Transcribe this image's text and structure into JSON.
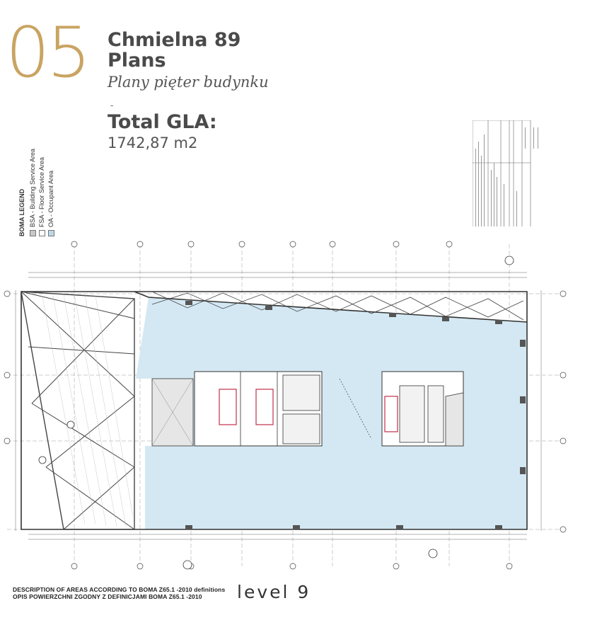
{
  "section_number": "05",
  "title_line1": "Chmielna 89",
  "title_line2": "Plans",
  "subtitle": "Plany pięter budynku",
  "divider": "-",
  "gla_label": "Total GLA:",
  "gla_value": "1742,87 m2",
  "legend": {
    "title": "BOMA LEGEND",
    "items": [
      {
        "label": "BSA - Building Service Area",
        "color": "#c8c8c8"
      },
      {
        "label": "FSA - Floor Service Area",
        "color": "#ffffff"
      },
      {
        "label": "OA - Occupant Area",
        "color": "#bcd9ea"
      }
    ]
  },
  "description_line1": "DESCRIPTION OF AREAS ACCORDING TO BOMA Z65.1 -2010 definitions",
  "description_line2": "OPIS POWIERZCHNI ZGODNY Z DEFINICJAMI BOMA Z65.1 -2010",
  "level_label": "level 9",
  "colors": {
    "accent": "#c9a462",
    "occupant_area": "#d4e8f3",
    "lines": "#333333"
  }
}
